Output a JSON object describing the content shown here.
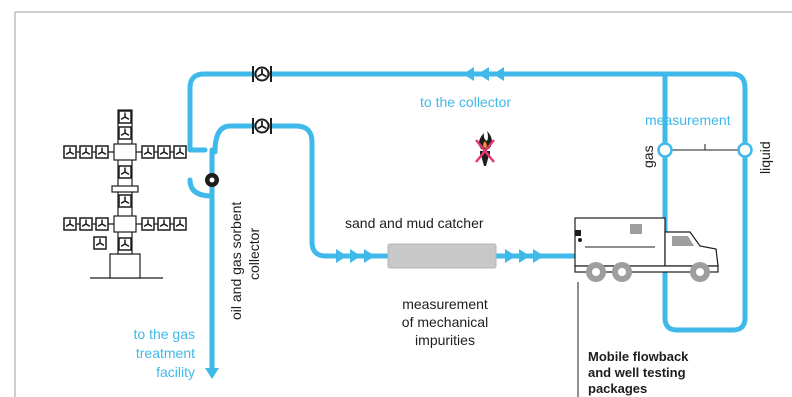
{
  "labels": {
    "to_collector": "to the collector",
    "measurement": "measurement",
    "gas": "gas",
    "liquid": "liquid",
    "sand_catcher": "sand and mud catcher",
    "mech_impurities": [
      "measurement",
      "of mechanical",
      "impurities"
    ],
    "sorbent_collector": [
      "oil and gas sorbent",
      "collector"
    ],
    "to_gas_treatment": [
      "to the gas",
      "treatment",
      "facility"
    ],
    "mobile_packages": [
      "Mobile flowback",
      "and well testing",
      "packages"
    ]
  },
  "icons": [
    "valve-icon",
    "flare-icon",
    "wellhead-icon",
    "truck-icon",
    "chemical-injection-icon"
  ],
  "colors": {
    "pipe": "#3fb9ea",
    "line": "#1d1d1b",
    "flare_cross": "#e5356f",
    "catcher": "#c8c8c8"
  }
}
